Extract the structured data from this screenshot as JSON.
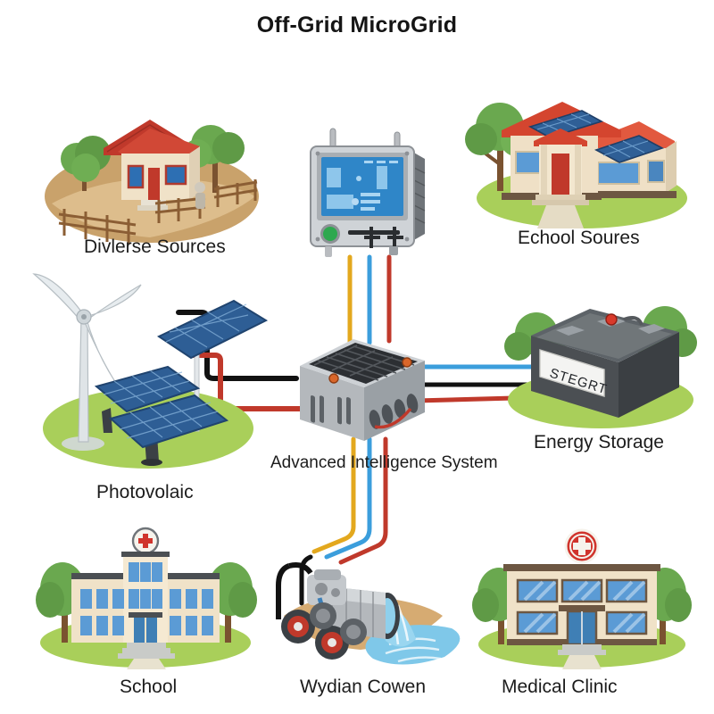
{
  "title": "Off-Grid MicroGrid",
  "theme": {
    "background": "#ffffff",
    "text": "#1c1c1c",
    "grass": "#a9cf5a",
    "grass_dark": "#8cb84a",
    "dirt": "#c9a26b",
    "dirt_dark": "#b08b55",
    "wall": "#f0e2c8",
    "roof_red": "#c0392b",
    "roof_orange": "#e2593f",
    "window_blue": "#5b9bd5",
    "tree_green": "#6aa84f",
    "tree_green_dark": "#4f8338",
    "trunk": "#7a5230",
    "metal": "#b9bcc0",
    "metal_dark": "#6f7479",
    "screen_blue": "#2f86c8",
    "water": "#79c7e8",
    "red_cross": "#d0342c"
  },
  "cables": {
    "colors": {
      "black": "#121212",
      "red": "#c0392b",
      "blue": "#3b9edc",
      "yellow": "#e3a81e"
    },
    "links": [
      {
        "from": "photovoltaic",
        "to": "inverter",
        "color": "black"
      },
      {
        "from": "photovoltaic",
        "to": "inverter",
        "color": "red"
      },
      {
        "from": "controller",
        "to": "inverter",
        "color": "yellow"
      },
      {
        "from": "controller",
        "to": "inverter",
        "color": "blue"
      },
      {
        "from": "controller",
        "to": "inverter",
        "color": "red"
      },
      {
        "from": "inverter",
        "to": "battery",
        "color": "blue"
      },
      {
        "from": "inverter",
        "to": "battery",
        "color": "black"
      },
      {
        "from": "inverter",
        "to": "battery",
        "color": "red"
      },
      {
        "from": "inverter",
        "to": "water-pump",
        "color": "yellow"
      },
      {
        "from": "inverter",
        "to": "water-pump",
        "color": "blue"
      },
      {
        "from": "inverter",
        "to": "water-pump",
        "color": "red"
      },
      {
        "from": "inverter",
        "to": "water-pump",
        "color": "black"
      }
    ]
  },
  "nodes": {
    "diverse_sources": {
      "label": "Divlerse Sources",
      "icon": "rural-house-icon"
    },
    "eco_sources": {
      "label": "Echool Soures",
      "icon": "solar-house-icon"
    },
    "photovoltaic": {
      "label": "Photovolaic",
      "icon": "wind-solar-icon"
    },
    "controller": {
      "label": "",
      "icon": "control-panel-icon",
      "indicator_color": "#2ea84f"
    },
    "inverter": {
      "label": "Advanced Intelligence System",
      "icon": "inverter-box-icon"
    },
    "battery": {
      "label": "Energy Storage",
      "icon": "battery-icon",
      "battery_text": "STEGRT"
    },
    "school": {
      "label": "School",
      "icon": "school-building-icon"
    },
    "water_pump": {
      "label": "Wydian Cowen",
      "icon": "water-pump-icon"
    },
    "clinic": {
      "label": "Medical Clinic",
      "icon": "clinic-building-icon"
    }
  }
}
